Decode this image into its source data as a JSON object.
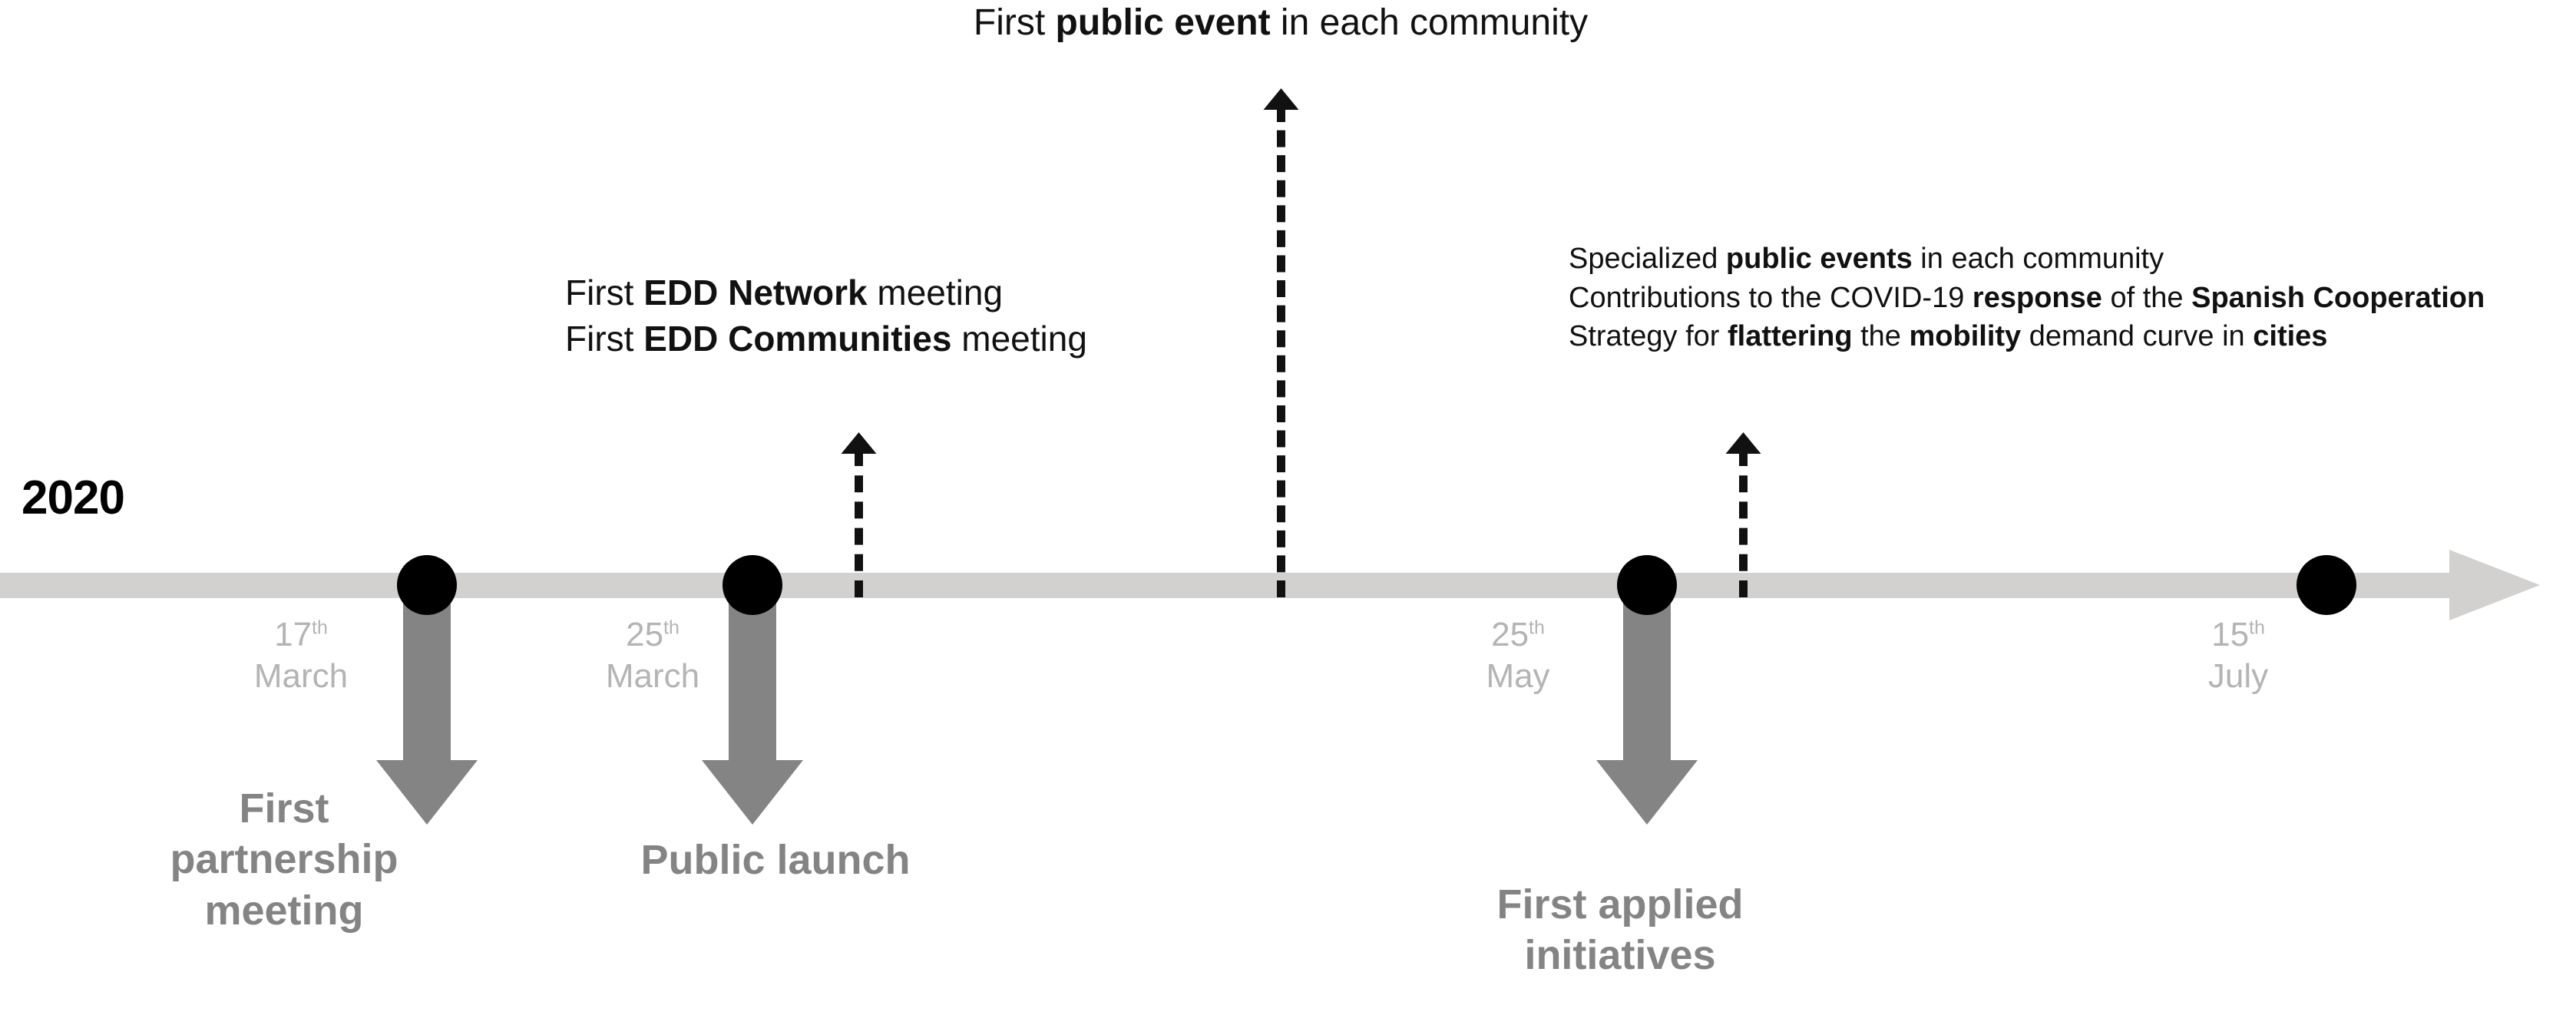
{
  "year_label": "2020",
  "colors": {
    "axis": "#d2d1cf",
    "dot": "#000000",
    "arrow_gray": "#848484",
    "date_gray": "#b4b4b4",
    "text_black": "#111111"
  },
  "annotations": {
    "top_center": {
      "before": "First ",
      "bold": "public event",
      "after": " in each community"
    },
    "mid_left": {
      "line1_before": "First ",
      "line1_bold": "EDD Network",
      "line1_after": " meeting",
      "line2_before": "First ",
      "line2_bold": "EDD Communities",
      "line2_after": " meeting"
    },
    "right_block": {
      "line1_a": "Specialized ",
      "line1_b": "public events",
      "line1_c": " in each community",
      "line2_a": "Contributions to the COVID-19 ",
      "line2_b": "response",
      "line2_c": " of the ",
      "line2_d": "Spanish Cooperation",
      "line3_a": "Strategy for ",
      "line3_b": "flattering",
      "line3_c": " the ",
      "line3_d": "mobility",
      "line3_e": " demand curve in ",
      "line3_f": "cities"
    }
  },
  "events": [
    {
      "id": "mar-17",
      "day": "17",
      "ordinal": "th",
      "month": "March",
      "label_line1": "First",
      "label_line2": "partnership",
      "label_line3": "meeting"
    },
    {
      "id": "mar-25",
      "day": "25",
      "ordinal": "th",
      "month": "March",
      "label_line1": "Public launch",
      "label_line2": "",
      "label_line3": ""
    },
    {
      "id": "may-25",
      "day": "25",
      "ordinal": "th",
      "month": "May",
      "label_line1": "First applied",
      "label_line2": "initiatives",
      "label_line3": ""
    },
    {
      "id": "jul-15",
      "day": "15",
      "ordinal": "th",
      "month": "July",
      "label_line1": "",
      "label_line2": "",
      "label_line3": ""
    }
  ]
}
